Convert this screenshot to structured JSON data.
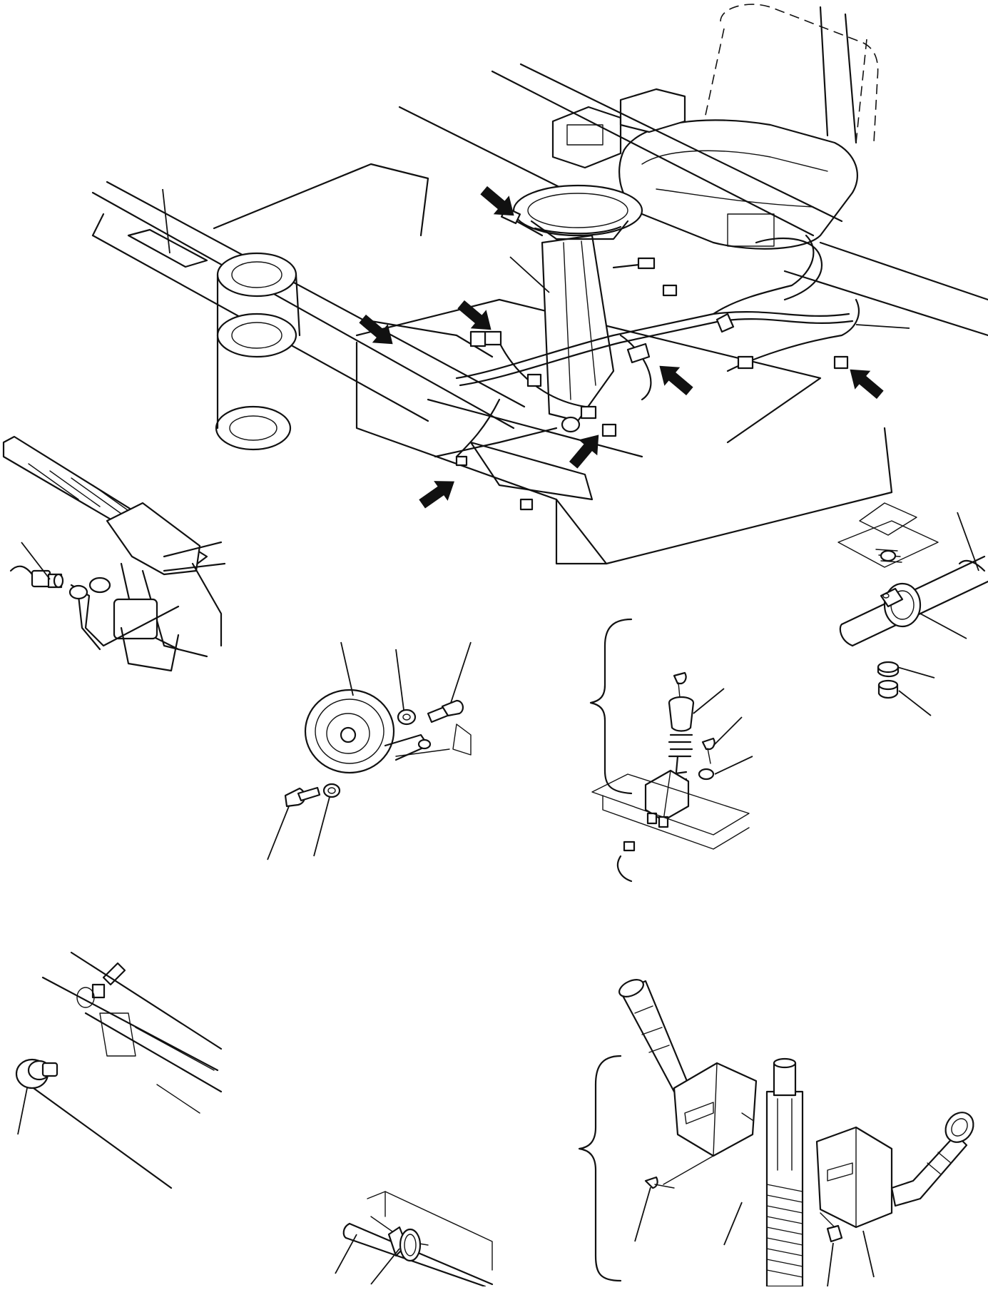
{
  "figure": {
    "kind": "exploded parts diagram (line art)",
    "labels_printed": false
  },
  "callout_arrows": [
    {
      "name": "steering-column-arrow",
      "direction": "down-right"
    },
    {
      "name": "left-bracket-arrow",
      "direction": "down-right"
    },
    {
      "name": "relay-arrow",
      "direction": "down-right"
    },
    {
      "name": "harness-clip-arrow",
      "direction": "up-left"
    },
    {
      "name": "connector-arrow",
      "direction": "up-left"
    },
    {
      "name": "lower-connector-arrow",
      "direction": "up-right"
    },
    {
      "name": "front-connector-arrow",
      "direction": "up-right"
    }
  ],
  "detail_views": [
    {
      "name": "main-frame-view",
      "leaders": 3
    },
    {
      "name": "brake-pedal-switch-view",
      "leaders": 1
    },
    {
      "name": "horn-view",
      "leaders": 5
    },
    {
      "name": "horn-button-view",
      "leaders": 3
    },
    {
      "name": "harness-grommet-view",
      "leaders": 4
    },
    {
      "name": "frame-switch-view",
      "leaders": 1
    },
    {
      "name": "cable-clamp-view",
      "leaders": 2
    },
    {
      "name": "combination-switch-view",
      "leaders": 4
    }
  ],
  "colors": {
    "line": "#111111",
    "background": "#ffffff"
  }
}
